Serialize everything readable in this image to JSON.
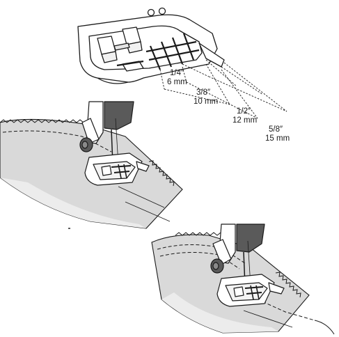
{
  "figure": {
    "presser_foot_guide": {
      "labels": [
        {
          "inch": "1/4″",
          "mm": "6 mm"
        },
        {
          "inch": "3/8″",
          "mm": "10 mm"
        },
        {
          "inch": "1/2″",
          "mm": "12 mm"
        },
        {
          "inch": "5/8″",
          "mm": "15 mm"
        }
      ]
    },
    "colors": {
      "fabric": "#d9d9d9",
      "fabric_light": "#ececec",
      "needle_bar": "#5a5a5a",
      "outline": "#1a1a1a",
      "foot": "#ffffff"
    }
  }
}
